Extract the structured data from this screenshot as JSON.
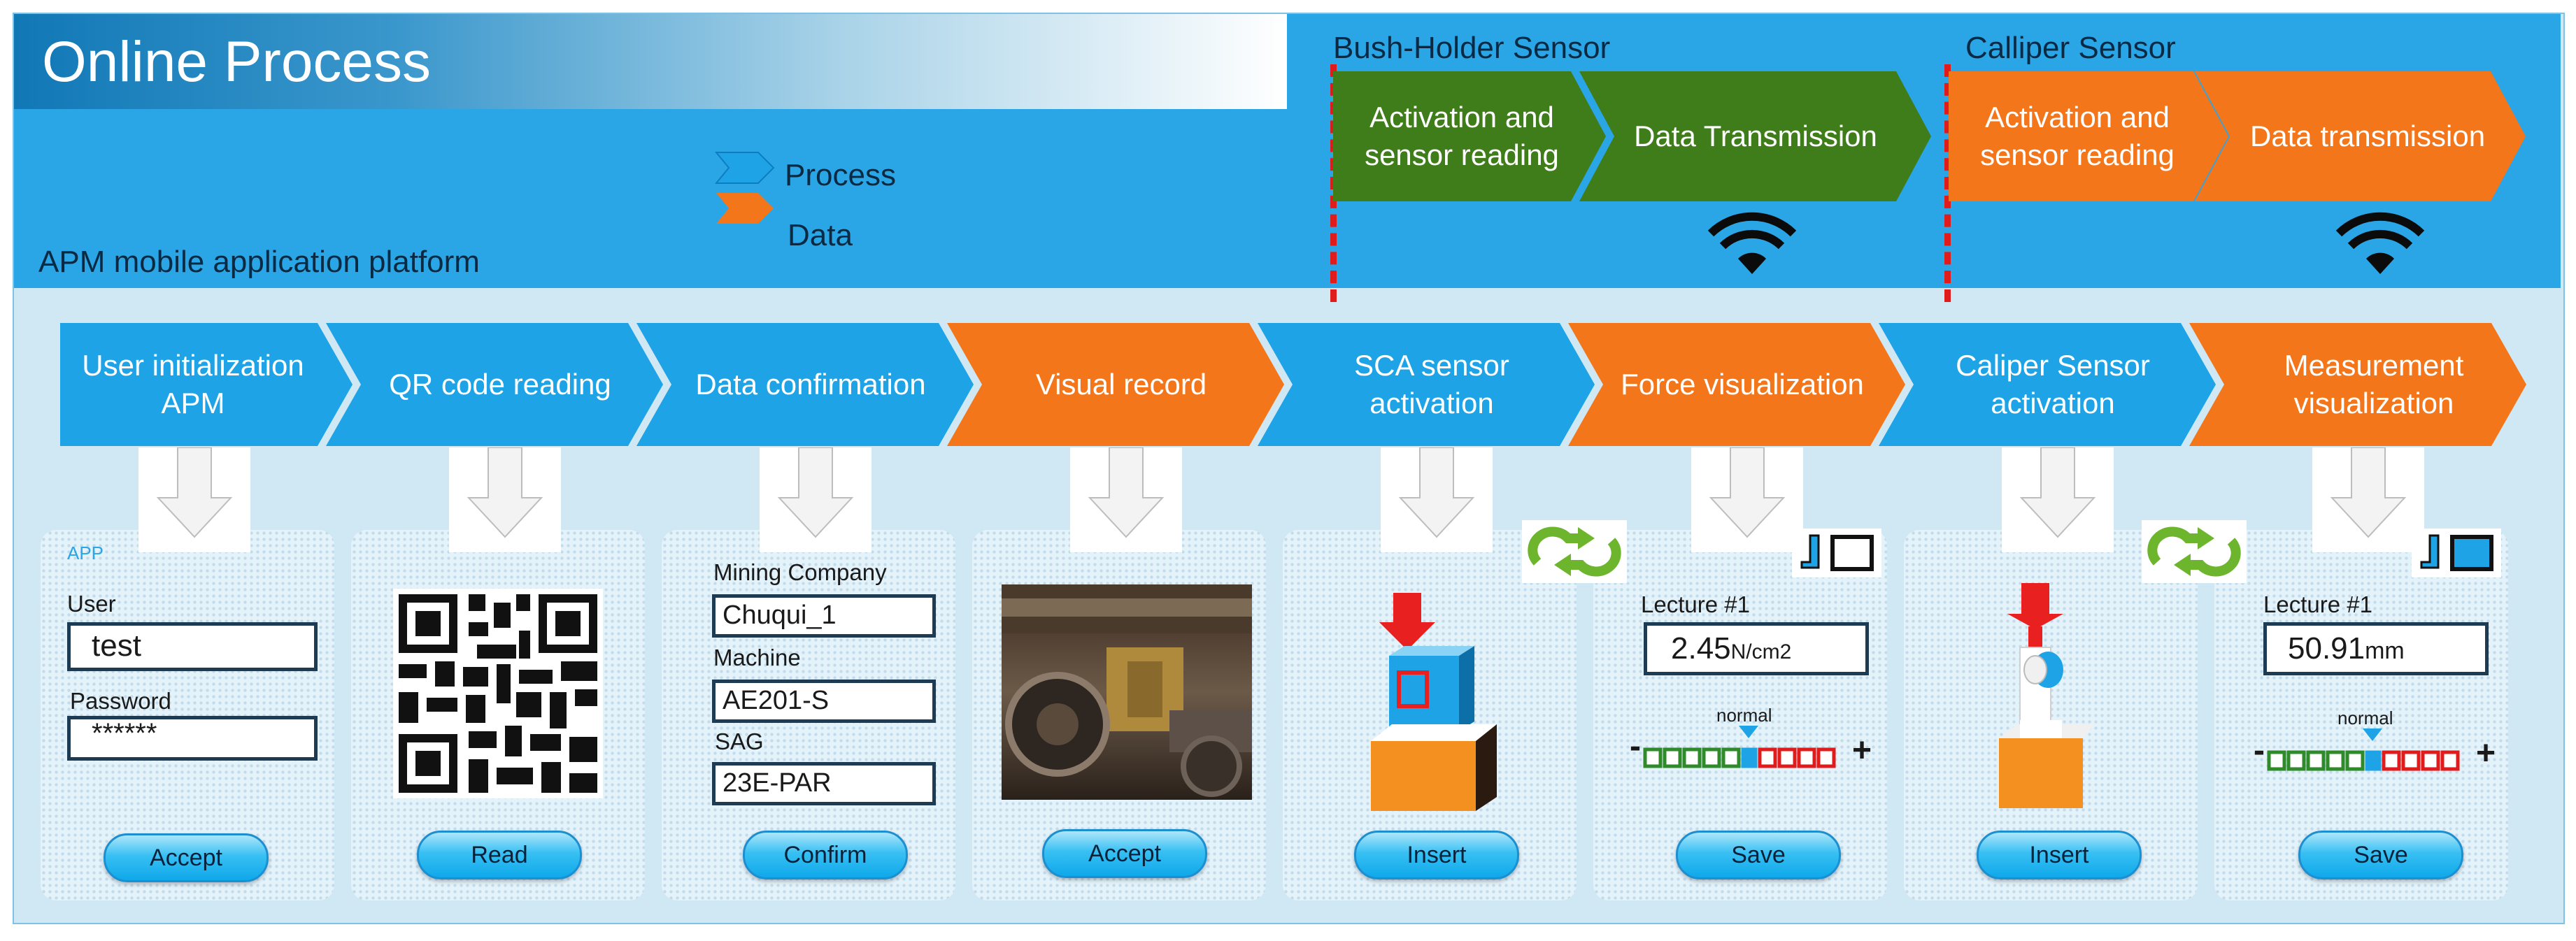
{
  "title": "Online Process",
  "platform_label": "APM mobile application platform",
  "legend": [
    {
      "label": "Process",
      "color": "#1ea3e6"
    },
    {
      "label": "Data",
      "color": "#f4761b"
    }
  ],
  "sensors": [
    {
      "title": "Bush-Holder Sensor",
      "steps": [
        {
          "label": "Activation and sensor reading",
          "color": "#3f7d1a"
        },
        {
          "label": "Data Transmission",
          "color": "#3f7d1a"
        }
      ],
      "icon": "wireless-signal-icon"
    },
    {
      "title": "Calliper Sensor",
      "steps": [
        {
          "label": "Activation and sensor reading",
          "color": "#f4761b"
        },
        {
          "label": "Data transmission",
          "color": "#f4761b"
        }
      ],
      "icon": "wireless-signal-icon"
    }
  ],
  "flow": [
    {
      "label": "User initialization APM",
      "type": "process"
    },
    {
      "label": "QR code reading",
      "type": "process"
    },
    {
      "label": "Data confirmation",
      "type": "process"
    },
    {
      "label": "Visual record",
      "type": "data"
    },
    {
      "label": "SCA sensor activation",
      "type": "process"
    },
    {
      "label": "Force visualization",
      "type": "data"
    },
    {
      "label": "Caliper Sensor activation",
      "type": "process"
    },
    {
      "label": "Measurement visualization",
      "type": "data"
    }
  ],
  "panels": {
    "login": {
      "app_label": "APP",
      "user_label": "User",
      "user_value": "test",
      "password_label": "Password",
      "password_value": "******",
      "button": "Accept"
    },
    "qr": {
      "button": "Read"
    },
    "confirm": {
      "fields": [
        {
          "label": "Mining Company",
          "value": "Chuqui_1"
        },
        {
          "label": "Machine",
          "value": "AE201-S"
        },
        {
          "label": "SAG",
          "value": "23E-PAR"
        }
      ],
      "button": "Confirm"
    },
    "visual": {
      "button": "Accept"
    },
    "sca": {
      "button": "Insert"
    },
    "force": {
      "lecture": "Lecture #1",
      "value": "2.45",
      "unit": "N/cm2",
      "scale_label": "normal",
      "minus": "-",
      "plus": "+",
      "button": "Save"
    },
    "caliper": {
      "button": "Insert"
    },
    "measure": {
      "lecture": "Lecture #1",
      "value": "50.91",
      "unit": "mm",
      "scale_label": "normal",
      "minus": "-",
      "plus": "+",
      "button": "Save"
    }
  },
  "colors": {
    "process": "#1ea3e6",
    "data": "#f4761b",
    "green": "#3f7d1a",
    "frame": "#2aa6e6"
  }
}
